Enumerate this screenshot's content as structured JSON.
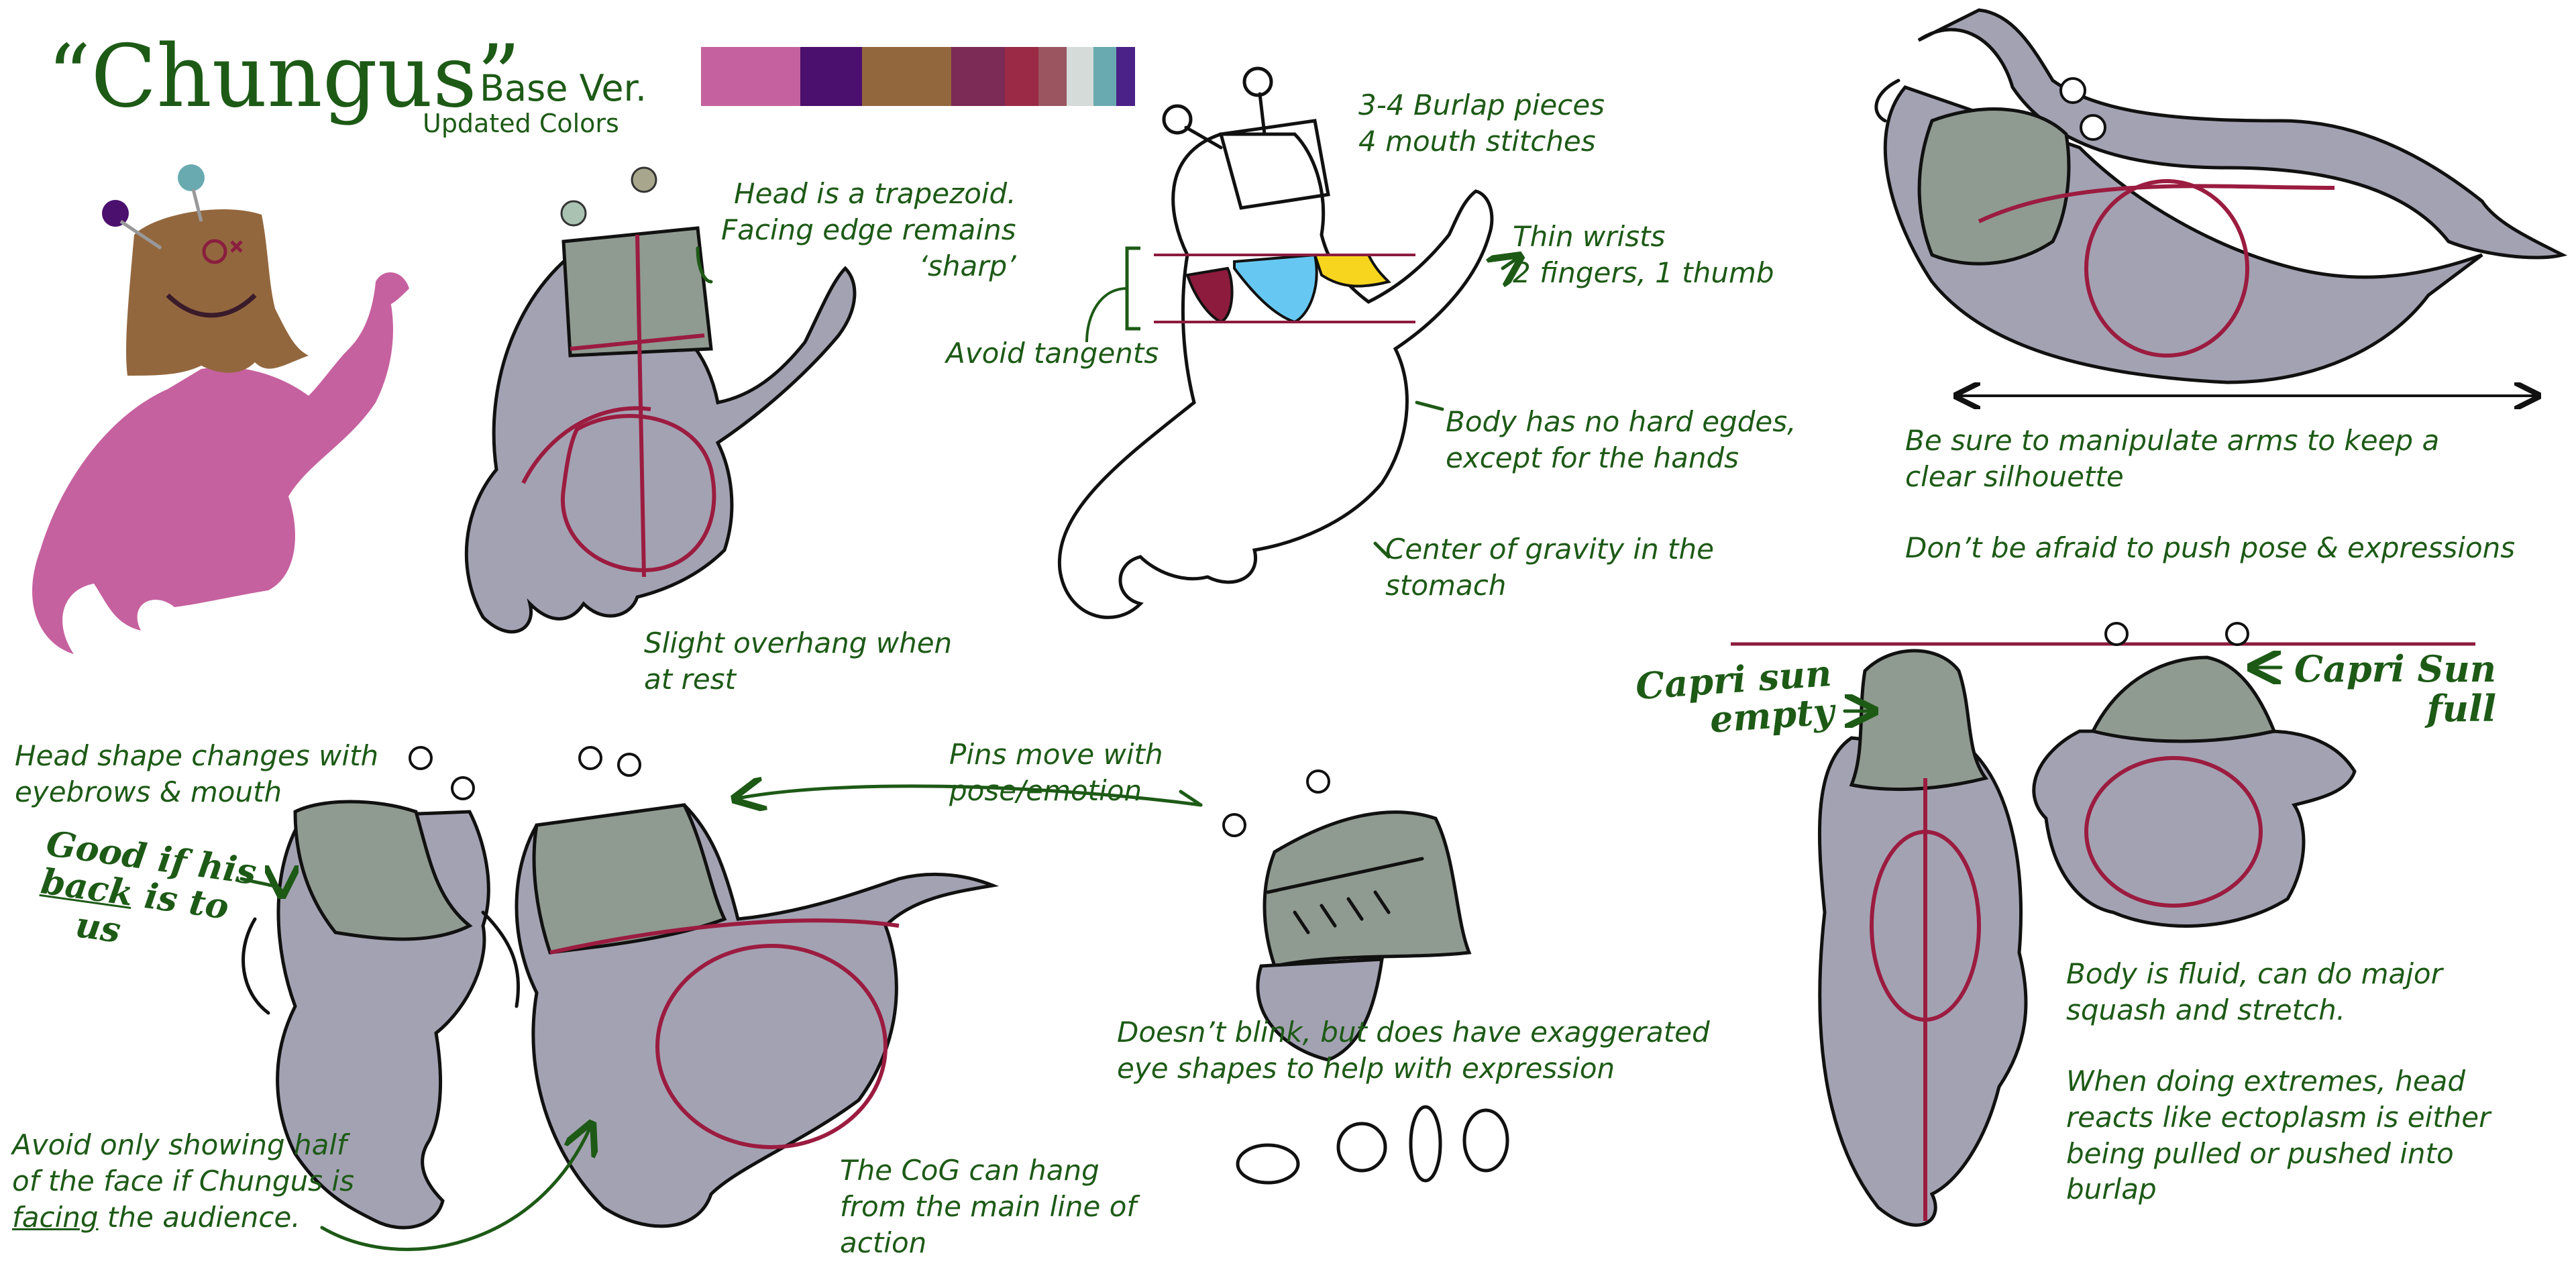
{
  "title": {
    "main": "“Chungus”",
    "version": "Base Ver.",
    "subtitle": "Updated Colors"
  },
  "palette": {
    "colors": [
      "#c6619f",
      "#4b0f6d",
      "#93673e",
      "#7b2b55",
      "#9a2a45",
      "#9b5561",
      "#d4dbd8",
      "#68aab0",
      "#4a2288"
    ]
  },
  "character_colors": {
    "body_outline": "#111111",
    "body_gray": "#a3a2b2",
    "burlap_gray": "#8f9a90",
    "construction_line": "#9b1c40",
    "note_green": "#1d5a16"
  },
  "notes": {
    "head_trapezoid": "Head is a trapezoid.\nFacing edge remains\n‘sharp’",
    "overhang": "Slight overhang when\nat rest",
    "burlap": "3-4 Burlap pieces\n4 mouth stitches",
    "wrists": "Thin wrists\n2 fingers, 1 thumb",
    "tangents": "Avoid tangents",
    "hard_edges": "Body has no hard egdes,\nexcept for the hands",
    "gravity": "Center of gravity in the\nstomach",
    "silhouette": "Be sure to manipulate arms to keep a\nclear silhouette",
    "push_pose": "Don’t be afraid to push pose & expressions",
    "head_changes": "Head shape changes with\neyebrows & mouth",
    "good_back_1": "Good if his",
    "good_back_2": "back",
    "good_back_3": " is to",
    "good_back_4": "us",
    "pins": "Pins move with\npose/emotion",
    "blink": "Doesn’t blink, but does have exaggerated\neye shapes to help with expression",
    "half_face_1": "Avoid only showing half\nof the face if Chungus is\n",
    "half_face_2": "facing",
    "half_face_3": " the audience.",
    "cog": "The CoG can hang\nfrom the main line of\naction",
    "caprisun_empty": "Capri sun\nempty",
    "caprisun_full": "Capri Sun\nfull",
    "fluid": "Body is fluid, can do major\nsquash and stretch.",
    "extremes": "When doing extremes, head\nreacts like ectoplasm is either\nbeing pulled or pushed into\nburlap"
  }
}
